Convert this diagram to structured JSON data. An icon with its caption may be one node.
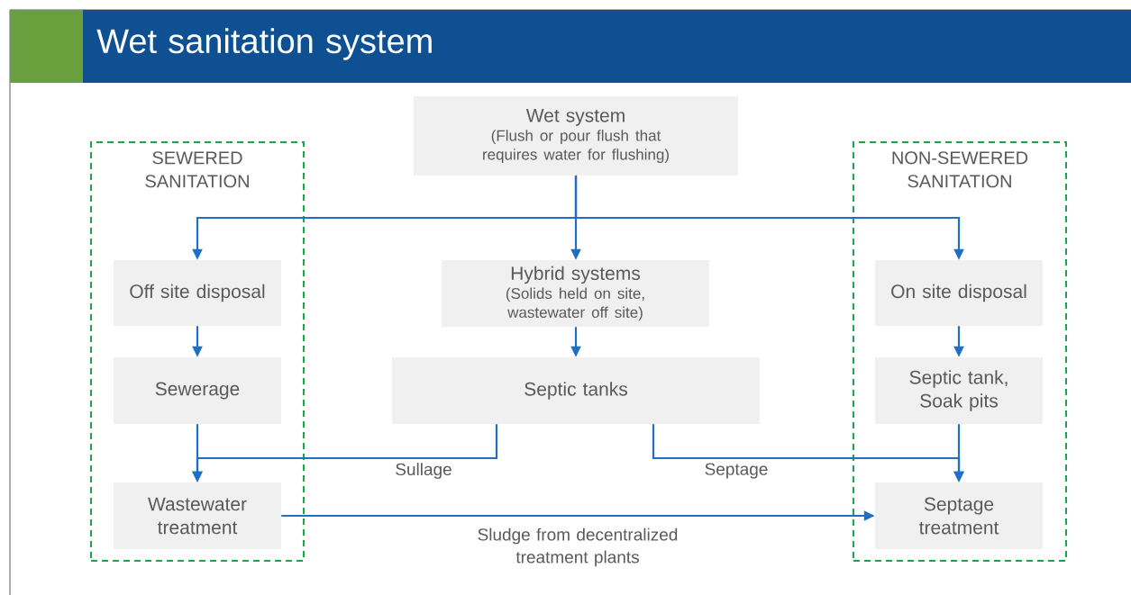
{
  "diagram": {
    "title": "Wet sanitation system",
    "nodes": [
      {
        "text": [
          "Wet system",
          "(Flush or pour flush that requires water for flushing)"
        ]
      },
      {
        "text": [
          "SEWERED SANITATION"
        ]
      },
      {
        "text": [
          "Off site disposal"
        ],
        "in": 1
      },
      {
        "text": [
          "Sewerage"
        ],
        "in": 1
      },
      {
        "text": [
          "Wastewater treatment"
        ],
        "in": 1
      },
      {
        "text": [
          "Hybrid systems",
          "(Solids held on site, wastewater off site)"
        ]
      },
      {
        "text": [
          "Septic tanks"
        ]
      },
      {
        "text": [
          "NON-SEWERED SANITATION"
        ]
      },
      {
        "text": [
          "On site disposal"
        ],
        "in": 7
      },
      {
        "text": [
          "Septic tank, Soak pits"
        ],
        "in": 7
      },
      {
        "text": [
          "Septage treatment"
        ],
        "in": 7
      }
    ],
    "edges": [
      {
        "from": 0,
        "to": 2,
        "arrow": "to"
      },
      {
        "from": 0,
        "to": 5,
        "arrow": "to"
      },
      {
        "from": 0,
        "to": 8,
        "arrow": "to"
      },
      {
        "from": 2,
        "to": 3,
        "arrow": "to"
      },
      {
        "from": 5,
        "to": 6,
        "arrow": "to"
      },
      {
        "from": 8,
        "to": 9,
        "arrow": "to"
      },
      {
        "from": 3,
        "to": 4,
        "arrow": "to"
      },
      {
        "from": 6,
        "to": 4,
        "arrow": "to",
        "label": "Sullage"
      },
      {
        "from": 6,
        "to": 10,
        "arrow": "to",
        "label": "Septage"
      },
      {
        "from": 9,
        "to": 10,
        "arrow": "to"
      },
      {
        "from": 4,
        "to": 10,
        "arrow": "to",
        "label": "Sludge from decentralized treatment plants"
      }
    ]
  }
}
